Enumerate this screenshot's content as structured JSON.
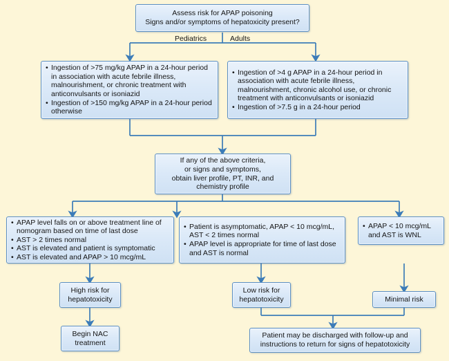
{
  "figure": {
    "title": "APAP (acetaminophen) poisoning risk assessment algorithm",
    "background_color": "#fdf6d8",
    "box_fill": "#dbe9f8",
    "box_border": "#5b8fc4",
    "connector_color": "#3c7cb8",
    "text_color": "#141414"
  },
  "nodes": {
    "assess": {
      "id": "assess",
      "lines": [
        "Assess risk for APAP poisoning",
        "Signs and/or symptoms of hepatoxicity present?"
      ]
    },
    "pediatrics_criteria": {
      "id": "pediatrics-criteria",
      "bullets": [
        "Ingestion of >75 mg/kg APAP in a 24-hour period in association with acute febrile illness, malnourishment, or chronic treatment with anticonvulsants or isoniazid",
        "Ingestion of >150 mg/kg APAP in a 24-hour period otherwise"
      ]
    },
    "adults_criteria": {
      "id": "adults-criteria",
      "bullets": [
        "Ingestion of >4 g APAP in a 24-hour period in association with acute febrile illness, malnourishment, chronic alcohol use, or chronic treatment with anticonvulsants or isoniazid",
        "Ingestion of >7.5 g in a 24-hour period"
      ]
    },
    "labs": {
      "id": "obtain-labs",
      "lines": [
        "If any of the above criteria,",
        "or signs and symptoms,",
        "obtain liver profile, PT, INR, and",
        "chemistry profile"
      ]
    },
    "high_risk_criteria": {
      "id": "high-risk-criteria",
      "bullets": [
        "APAP level falls on or above treatment line of nomogram based on time of last dose",
        "AST > 2 times normal",
        "AST is elevated and patient is symptomatic",
        "AST is elevated and APAP > 10 mcg/mL"
      ]
    },
    "low_risk_criteria": {
      "id": "low-risk-criteria",
      "bullets": [
        "Patient is asymptomatic, APAP < 10 mcg/mL, AST < 2 times normal",
        "APAP level is appropriate for time of last dose and AST is normal"
      ]
    },
    "minimal_risk_criteria": {
      "id": "minimal-risk-criteria",
      "bullets": [
        "APAP < 10 mcg/mL and AST is WNL"
      ]
    },
    "high_risk": {
      "id": "high-risk-outcome",
      "lines": [
        "High risk for",
        "hepatotoxicity"
      ]
    },
    "low_risk": {
      "id": "low-risk-outcome",
      "lines": [
        "Low risk for",
        "hepatotoxicity"
      ]
    },
    "minimal_risk": {
      "id": "minimal-risk-outcome",
      "lines": [
        "Minimal risk"
      ]
    },
    "begin_nac": {
      "id": "begin-nac-treatment",
      "lines": [
        "Begin NAC",
        "treatment"
      ]
    },
    "discharge": {
      "id": "discharge-instructions",
      "lines": [
        "Patient may be discharged with follow-up and",
        "instructions to return for signs of hepatotoxicity"
      ]
    }
  },
  "branch_labels": {
    "pediatrics": "Pediatrics",
    "adults": "Adults"
  }
}
